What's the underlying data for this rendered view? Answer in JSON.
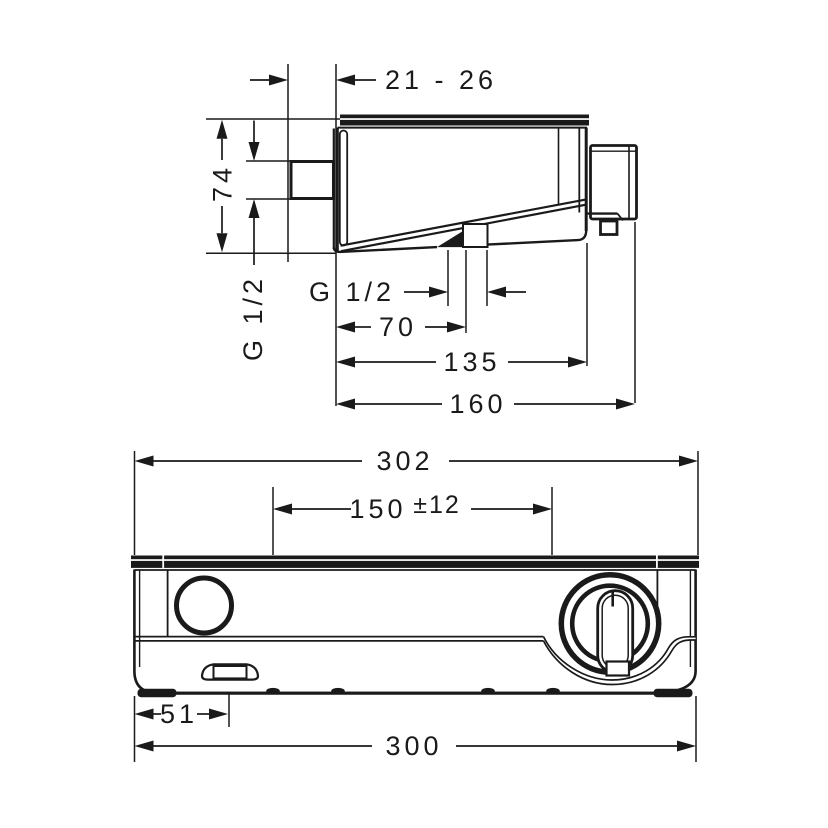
{
  "colors": {
    "ink": "#1a1a1a",
    "paper": "#ffffff"
  },
  "side_view": {
    "dims": {
      "wall_clearance": "21 - 26",
      "height": "74",
      "inlet_thread": "G 1/2",
      "outlet_thread": "G 1/2",
      "outlet_offset": "70",
      "body_depth": "135",
      "total_depth": "160"
    }
  },
  "front_view": {
    "dims": {
      "shelf_width": "302",
      "connection_spacing": "150",
      "connection_tolerance": "±12",
      "outlet_offset": "51",
      "body_width": "300"
    }
  }
}
